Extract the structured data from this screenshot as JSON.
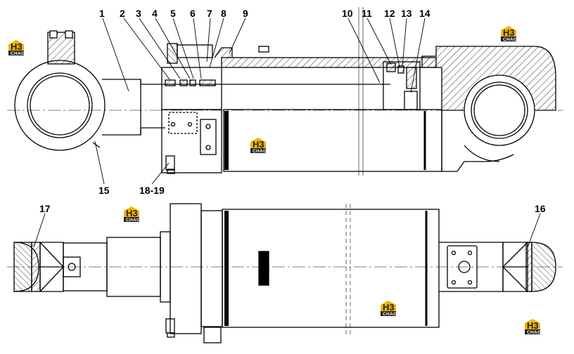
{
  "callouts": [
    {
      "id": "c1",
      "text": "1"
    },
    {
      "id": "c2",
      "text": "2"
    },
    {
      "id": "c3",
      "text": "3"
    },
    {
      "id": "c4",
      "text": "4"
    },
    {
      "id": "c5",
      "text": "5"
    },
    {
      "id": "c6",
      "text": "6"
    },
    {
      "id": "c7",
      "text": "7"
    },
    {
      "id": "c8",
      "text": "8"
    },
    {
      "id": "c9",
      "text": "9"
    },
    {
      "id": "c10",
      "text": "10"
    },
    {
      "id": "c11",
      "text": "11"
    },
    {
      "id": "c12",
      "text": "12"
    },
    {
      "id": "c13",
      "text": "13"
    },
    {
      "id": "c14",
      "text": "14"
    },
    {
      "id": "c15",
      "text": "15"
    },
    {
      "id": "c1819",
      "text": "18-19"
    },
    {
      "id": "c17",
      "text": "17"
    },
    {
      "id": "c16",
      "text": "16"
    }
  ],
  "watermark": {
    "mark": "H3",
    "sub": "CHAG"
  },
  "colors": {
    "line": "#000000",
    "logo_yellow": "#f2b400",
    "logo_dark": "#1f1f1f",
    "background": "#ffffff"
  }
}
